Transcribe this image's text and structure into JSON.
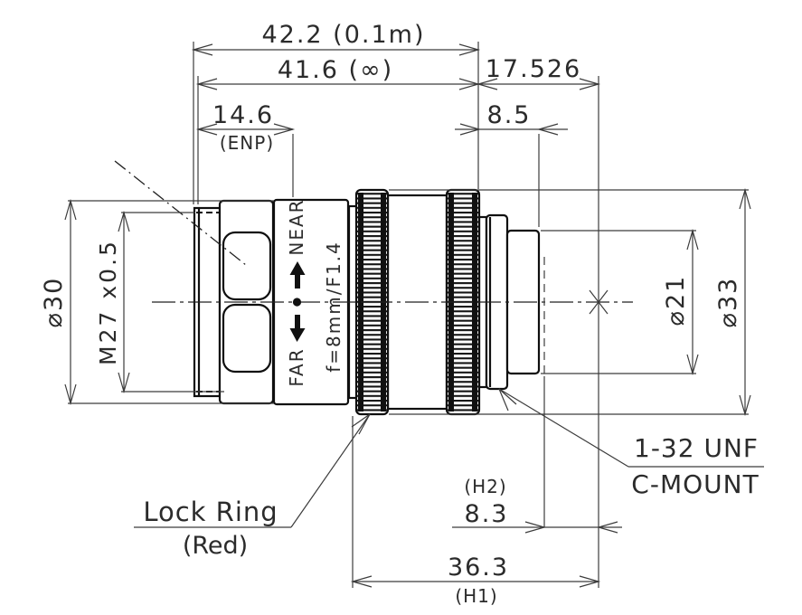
{
  "drawing": {
    "type": "mechanical-outline-drawing",
    "subject": "C-mount machine vision lens, side view with dimensions",
    "background_color": "#ffffff",
    "outline_color": "#0f0f0f",
    "dimension_color": "#3c3c3c",
    "dims": {
      "length_near": "42.2 (0.1m)",
      "length_inf": "41.6 (∞)",
      "flange_focal": "17.526",
      "enp": "14.6",
      "enp_label": "(ENP)",
      "rear_protrusion": "8.5",
      "front_dia": "⌀30",
      "filter_thread": "M27 x0.5",
      "rear_dia": "⌀21",
      "max_dia": "⌀33",
      "h2_label": "(H2)",
      "h2": "8.3",
      "h1": "36.3",
      "h1_label": "(H1)"
    },
    "labels": {
      "near": "NEAR",
      "far": "FAR",
      "spec": "f=8mm/F1.4",
      "lock_ring": "Lock Ring",
      "lock_ring_note": "(Red)",
      "mount_thread": "1-32 UNF",
      "mount": "C-MOUNT"
    }
  }
}
